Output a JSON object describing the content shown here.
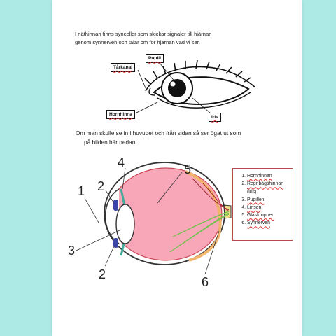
{
  "intro_lines": [
    "I näthinnan finns synceller som skickar signaler till hjärnan",
    "genom synnerven och talar om för hjärnan vad vi ser."
  ],
  "eye_labels": {
    "tarkanal": "Tårkanal",
    "pupill": "Pupill",
    "hornhinna": "Hornhinna",
    "iris": "Iris"
  },
  "side_text_lines": [
    "Om man skulle se in i huvudet och från sidan så ser ögat ut som",
    "på bilden här nedan."
  ],
  "section_numbers": {
    "n1": "1",
    "n2_top": "2",
    "n2_bottom": "2",
    "n3": "3",
    "n4": "4",
    "n5": "5",
    "n6": "6"
  },
  "legend": {
    "items": [
      "Hornhinnan",
      "Regnbågshinnan",
      "Pupillen",
      "Linsen",
      "Glaskroppen",
      "Synnerven"
    ],
    "item2_sub": "(iris)"
  },
  "colors": {
    "background": "#aeeae5",
    "eyeball": "#f7a7b8",
    "legend_border": "#b94a4a",
    "nerve": "#f2e08a"
  }
}
